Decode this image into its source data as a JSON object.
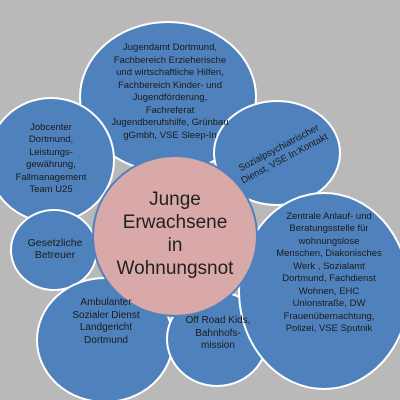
{
  "colors": {
    "background": "#b9b9b9",
    "outer_fill": "#4f81bd",
    "outer_stroke": "#ffffff",
    "center_fill": "#d9a8a8"
  },
  "center": {
    "text": "Junge\nErwachsene\nin\nWohnungsnot"
  },
  "nodes": [
    {
      "id": "jugendamt",
      "text": "Jugendamt Dortmund,\nFachbereich Erzieherische\nund wirtschaftliche Hilfen,\nFachbereich Kinder- und\nJugendförderung,\nFachreferat\nJugendberufshilfe, Grünbau\ngGmbh, VSE Sleep-In"
    },
    {
      "id": "jobcenter",
      "text": "Jobcenter\nDortmund,\nLeistungs-\ngewährung,\nFallmanagement\nTeam U25"
    },
    {
      "id": "sozialpsych",
      "text": "Sozialpsychiatrischer\nDienst, VSE In:Kontakt"
    },
    {
      "id": "gesetzliche",
      "text": "Gesetzliche\nBetreuer"
    },
    {
      "id": "zentrale",
      "text": "Zentrale Anlauf- und\nBeratungsstelle für\nwohnungslose\nMenschen, Diakonisches\nWerk , Sozialamt\nDortmund, Fachdienst\nWohnen, EHC\nUnionstraße, DW\nFrauenübernachtung,\nPolizei, VSE Sputnik"
    },
    {
      "id": "ambulanter",
      "text": "Ambulanter\nSozialer Dienst\nLandgericht\nDortmund"
    },
    {
      "id": "offroad",
      "text": "Off Road Kids,\nBahnhofs-\nmission"
    }
  ]
}
